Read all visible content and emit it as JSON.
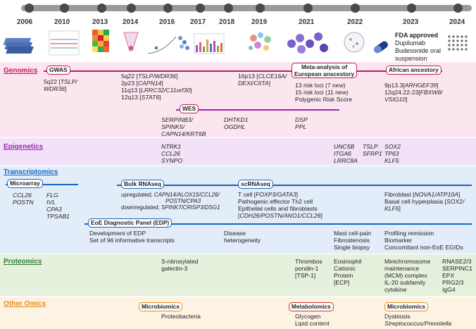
{
  "years": [
    "2006",
    "2010",
    "2013",
    "2014",
    "2016",
    "2017",
    "2018",
    "2019",
    "2021",
    "2022",
    "2023",
    "2024"
  ],
  "fda": {
    "title": "FDA approved",
    "l1": "Dupilumab",
    "l2": "Budesonide oral",
    "l3": "suspension"
  },
  "sections": {
    "genomics": "Genomics",
    "epigenetics": "Epigenetics",
    "transcriptomics": "Transcriptomics",
    "proteomics": "Proteomics",
    "other": "Other Omics"
  },
  "colors": {
    "genomics": "#c2185b",
    "epigenetics": "#9c27b0",
    "transcriptomics": "#1565c0",
    "proteomics": "#2e7d32",
    "other": "#e8891c",
    "metabolomics": "#d32f2f"
  },
  "genomics": {
    "gwas": "GWAS",
    "g1a": "5q22 [",
    "g1b": "TSLP/",
    "g1c": "WDR36",
    "g1d": "]",
    "g2a": "5q22 [",
    "g2b": "TSLP/WDR36",
    "g2c": "]",
    "g3a": "2p23 [",
    "g3b": "CAPN14",
    "g3c": "]",
    "g4a": "11q13 [",
    "g4b": "LRRC32/C11orf30",
    "g4c": "]",
    "g5a": "12q13 [",
    "g5b": "STAT6",
    "g5c": "]",
    "g6a": "16p13 [",
    "g6b": "CLCE16A/",
    "g6c": "DEXI/CIITA",
    "g6d": "]",
    "meta1": "Meta-analysis of",
    "meta2": "European anscestory",
    "m1": "13 risk loci (7  new)",
    "m2": "15 risk loci (11  new)",
    "m3": "Polygenic Risk Score",
    "african": "African ancestory",
    "a1a": "9p13.3[",
    "a1b": "ARHGEF39",
    "a1c": "]",
    "a2a": "12q24.22-23[",
    "a2b": "FBXW8/",
    "a2c": "VSIG10",
    "a2d": "]",
    "wes": "WES",
    "w1": "SERPINB3/",
    "w2": "SPINK5/",
    "w3": "CAPN14/KRT6B",
    "w4": "DHTKD1",
    "w5": "OGDHL",
    "w6": "DSP",
    "w7": "PPL"
  },
  "epigenetics": {
    "e1": "NTRK1",
    "e2": "CCL26",
    "e3": "SYNPO",
    "e4": "UNC5B",
    "e5": "ITGA6",
    "e6": "LRRC8A",
    "e7": "TSLP",
    "e8": "SFRP1",
    "e9": "SOX2",
    "e10": "TP63",
    "e11": "KLF5"
  },
  "transcriptomics": {
    "microarray": "Microarray",
    "ma1": "CCL26",
    "ma2": "POSTN",
    "ma3": "FLG",
    "ma4": "IVL",
    "ma5": "CPA3",
    "ma6": "TPSAB1",
    "bulk": "Bulk RNAseq",
    "up_a": "upregulated; ",
    "up_b": "CAPN14/ALOX15/CCL26/",
    "up_c": "POSTN/CPA3",
    "down_a": "downregulated; ",
    "down_b": "SPINK7/CRISP3/DSG1",
    "sc": "scRNAseq",
    "sc1a": "T cell [",
    "sc1b": "FOXP3/GATA3",
    "sc1c": "]",
    "sc2": "Pathogenic effector Th2 cell",
    "sc3": "Epithelial cells and fibroblasts",
    "sc4a": "[",
    "sc4b": "CDH26/POSTN/ANO1/CCL26",
    "sc4c": "]",
    "f1a": "Fibroblast [",
    "f1b": "NOVA1/ATP10A",
    "f1c": "]",
    "f2a": "Basal cell hyperplasia [",
    "f2b": "SOX2/",
    "f2c": "KLF5",
    "f2d": "]",
    "edp": "EoE Diagnostic Panel (EDP)",
    "edp1": "Development of EDP",
    "edp2": "Set of 96 informative transcripts",
    "d1": "Disease",
    "d2": "heterogeneity",
    "mc1": "Mast cell-pain",
    "mc2": "Fibrostenosis",
    "mc3": "Single biopsy",
    "p1": "Profiling remission",
    "p2": "Biomarker",
    "p3": "Concomitant non-EoE EGIDs"
  },
  "proteomics": {
    "s1": "S-nitrosylated",
    "s2": "galectin-3",
    "t1": "Thrombos",
    "t2": "pondin-1",
    "t3": "[TSP-1]",
    "e1": "Eosinophil",
    "e2": "Cationic",
    "e3": "Protein",
    "e4": "[ECP]",
    "mm1": "Minichromosome",
    "mm2": "maintenance",
    "mm3": "(MCM) complex",
    "mm4": "IL-20 subfamily",
    "mm5": "cytokine",
    "r1": "RNASE2/3",
    "r2": "SERPINC1",
    "r3": "EPX",
    "r4": "PRG2/3",
    "r5": "IgG4"
  },
  "other": {
    "micro1": "Microbiomics",
    "pb": "Proteobacteria",
    "meta": "Metabolomics",
    "gly": "Glycogen",
    "lip": "Lipid content",
    "micro2": "Microbiomics",
    "dys": "Dysbiosis",
    "strep": "Streptococcus/Prevotella"
  }
}
